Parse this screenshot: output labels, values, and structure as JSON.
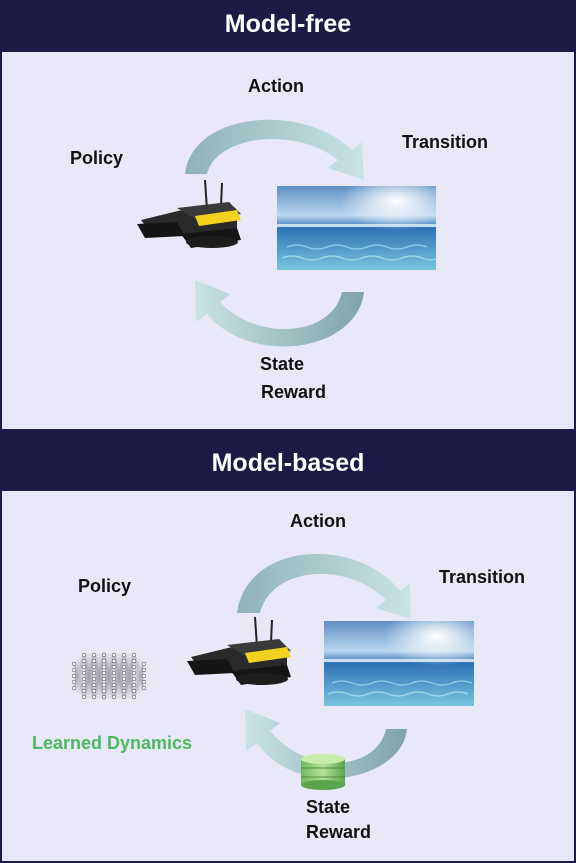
{
  "model_free": {
    "title": "Model-free",
    "policy": "Policy",
    "action": "Action",
    "transition": "Transition",
    "state": "State",
    "reward": "Reward"
  },
  "model_based": {
    "title": "Model-based",
    "policy": "Policy",
    "action": "Action",
    "transition": "Transition",
    "state": "State",
    "reward": "Reward",
    "learned_dynamics": "Learned Dynamics"
  },
  "colors": {
    "header_bg": "#1c1b45",
    "panel_bg": "#e8e8f8",
    "arrow": "#9ebfc4",
    "learned_dynamics": "#4cb85f",
    "boat_accent": "#f2d21f"
  }
}
